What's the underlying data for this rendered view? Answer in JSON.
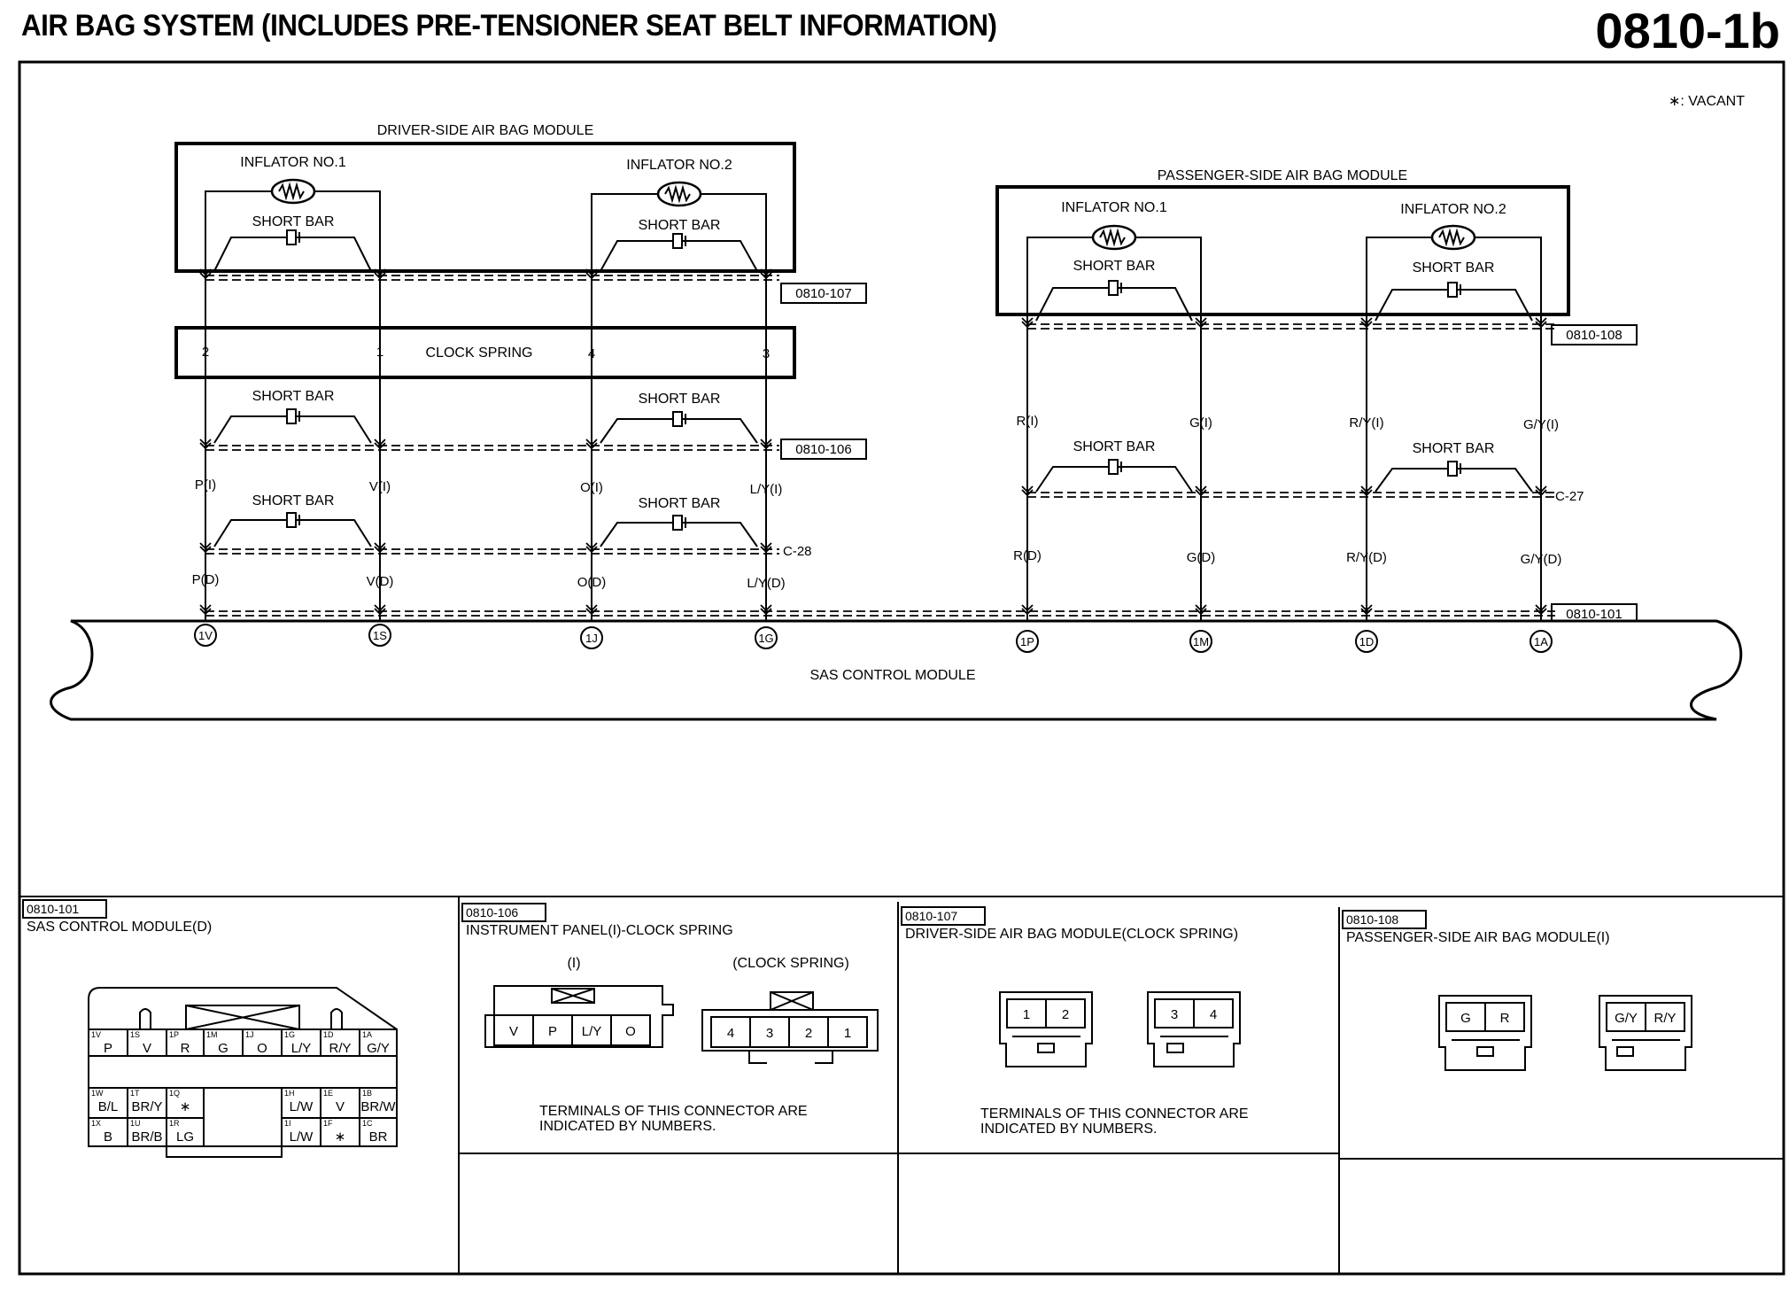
{
  "header": {
    "title": "AIR BAG SYSTEM (INCLUDES PRE-TENSIONER SEAT BELT INFORMATION)",
    "code": "0810-1b"
  },
  "legend": {
    "vacant": "∗: VACANT"
  },
  "driver": {
    "module_label": "DRIVER-SIDE AIR BAG MODULE",
    "inflator1": "INFLATOR NO.1",
    "inflator2": "INFLATOR NO.2",
    "short_bar": "SHORT BAR",
    "clock_spring": "CLOCK SPRING",
    "pins": [
      "2",
      "1",
      "4",
      "3"
    ],
    "ref_107": "0810-107",
    "ref_106": "0810-106",
    "c28": "C-28",
    "wires_i": [
      "P(I)",
      "V(I)",
      "O(I)",
      "L/Y(I)"
    ],
    "wires_d": [
      "P(D)",
      "V(D)",
      "O(D)",
      "L/Y(D)"
    ],
    "terminals": [
      "1V",
      "1S",
      "1J",
      "1G"
    ]
  },
  "passenger": {
    "module_label": "PASSENGER-SIDE AIR BAG MODULE",
    "inflator1": "INFLATOR NO.1",
    "inflator2": "INFLATOR NO.2",
    "short_bar": "SHORT BAR",
    "ref_108": "0810-108",
    "c27": "C-27",
    "wires_i": [
      "R(I)",
      "G(I)",
      "R/Y(I)",
      "G/Y(I)"
    ],
    "wires_d": [
      "R(D)",
      "G(D)",
      "R/Y(D)",
      "G/Y(D)"
    ],
    "terminals": [
      "1P",
      "1M",
      "1D",
      "1A"
    ]
  },
  "sas": {
    "label": "SAS CONTROL MODULE",
    "ref_101": "0810-101"
  },
  "connectors": {
    "c101": {
      "code": "0810-101",
      "title": "SAS CONTROL MODULE(D)",
      "row1": [
        [
          "1V",
          "P"
        ],
        [
          "1S",
          "V"
        ],
        [
          "1P",
          "R"
        ],
        [
          "1M",
          "G"
        ],
        [
          "1J",
          "O"
        ],
        [
          "1G",
          "L/Y"
        ],
        [
          "1D",
          "R/Y"
        ],
        [
          "1A",
          "G/Y"
        ]
      ],
      "row2a": [
        [
          "1W",
          "B/L"
        ],
        [
          "1T",
          "BR/Y"
        ],
        [
          "1Q",
          "∗"
        ]
      ],
      "row2b": [
        [
          "1H",
          "L/W"
        ],
        [
          "1E",
          "V"
        ],
        [
          "1B",
          "BR/W"
        ]
      ],
      "row3a": [
        [
          "1X",
          "B"
        ],
        [
          "1U",
          "BR/B"
        ],
        [
          "1R",
          "LG"
        ]
      ],
      "row3b": [
        [
          "1I",
          "L/W"
        ],
        [
          "1F",
          "∗"
        ],
        [
          "1C",
          "BR"
        ]
      ]
    },
    "c106": {
      "code": "0810-106",
      "title": "INSTRUMENT PANEL(I)-CLOCK SPRING",
      "label_i": "(I)",
      "label_cs": "(CLOCK SPRING)",
      "pins_i": [
        "V",
        "P",
        "L/Y",
        "O"
      ],
      "pins_cs": [
        "4",
        "3",
        "2",
        "1"
      ],
      "note1": "TERMINALS OF THIS CONNECTOR ARE",
      "note2": "INDICATED BY NUMBERS."
    },
    "c107": {
      "code": "0810-107",
      "title": "DRIVER-SIDE AIR BAG MODULE(CLOCK SPRING)",
      "pins_a": [
        "1",
        "2"
      ],
      "pins_b": [
        "3",
        "4"
      ],
      "note1": "TERMINALS OF THIS CONNECTOR ARE",
      "note2": "INDICATED BY NUMBERS."
    },
    "c108": {
      "code": "0810-108",
      "title": "PASSENGER-SIDE AIR BAG MODULE(I)",
      "pins_a": [
        "G",
        "R"
      ],
      "pins_b": [
        "G/Y",
        "R/Y"
      ]
    }
  }
}
